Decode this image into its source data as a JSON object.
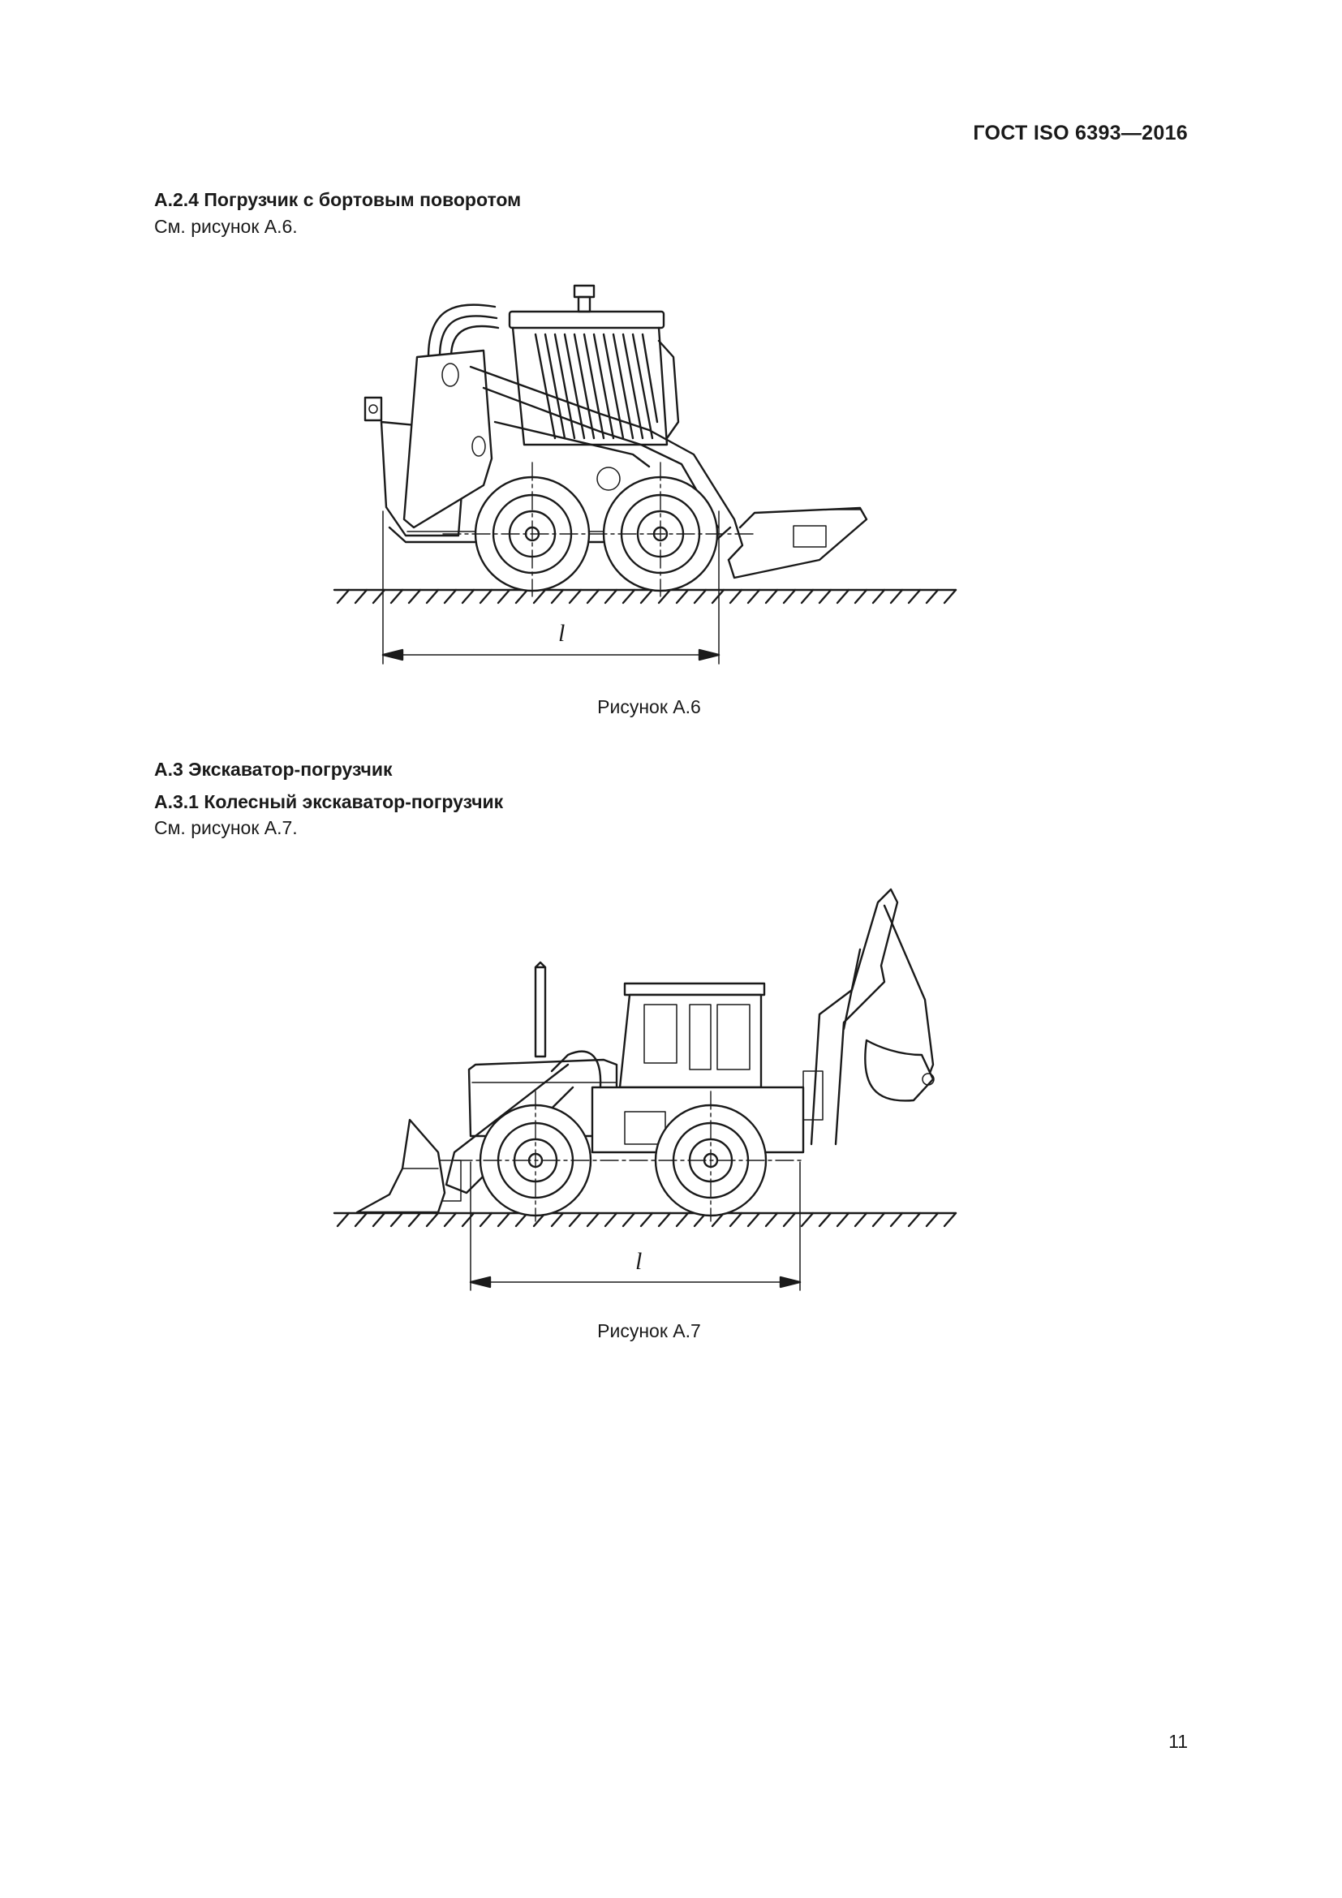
{
  "header": {
    "standard": "ГОСТ ISO 6393—2016"
  },
  "section_a24": {
    "heading": "А.2.4 Погрузчик с бортовым поворотом",
    "see": "См. рисунок А.6."
  },
  "figure_a6": {
    "dimension_label": "l",
    "caption": "Рисунок А.6"
  },
  "section_a3": {
    "heading": "А.3 Экскаватор-погрузчик"
  },
  "section_a31": {
    "heading": "А.3.1 Колесный экскаватор-погрузчик",
    "see": "См. рисунок А.7."
  },
  "figure_a7": {
    "dimension_label": "l",
    "caption": "Рисунок А.7"
  },
  "page": {
    "number": "11"
  }
}
